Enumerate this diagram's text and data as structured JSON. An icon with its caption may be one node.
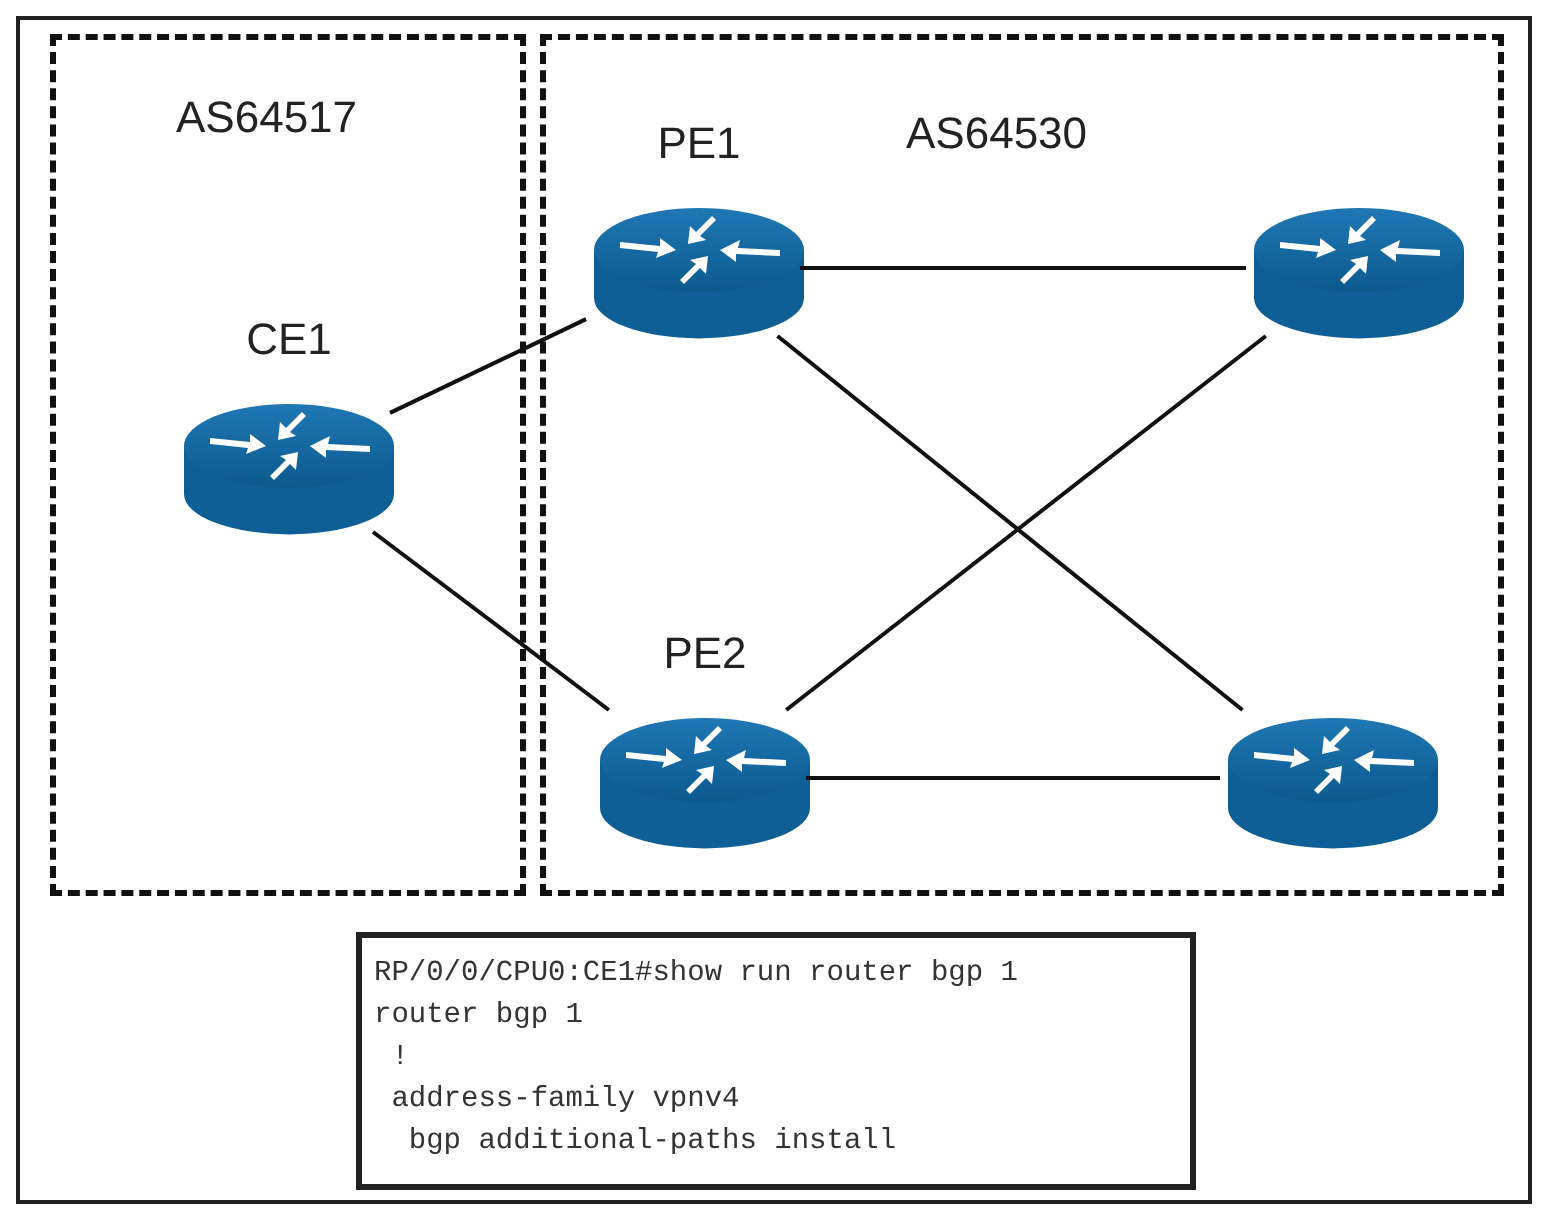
{
  "diagram": {
    "nodes": [
      {
        "text": [
          "AS64517"
        ]
      },
      {
        "text": [
          "AS64530"
        ]
      },
      {
        "text": [
          "CE1"
        ],
        "in": 0
      },
      {
        "text": [
          "PE1"
        ],
        "in": 1
      },
      {
        "text": [
          "PE2"
        ],
        "in": 1
      },
      {
        "text": [],
        "shape": "picture",
        "in": 1
      },
      {
        "text": [],
        "shape": "picture",
        "in": 1
      },
      {
        "text": [
          "RP/0/0/CPU0:CE1#show run router bgp 1",
          "router bgp 1",
          " !",
          " address-family vpnv4",
          "  bgp additional-paths install"
        ]
      }
    ],
    "edges": [
      {
        "from": 2,
        "to": 3,
        "arrow": "none"
      },
      {
        "from": 2,
        "to": 4,
        "arrow": "none"
      },
      {
        "from": 3,
        "to": 5,
        "arrow": "none"
      },
      {
        "from": 3,
        "to": 6,
        "arrow": "none"
      },
      {
        "from": 4,
        "to": 5,
        "arrow": "none"
      },
      {
        "from": 4,
        "to": 6,
        "arrow": "none"
      }
    ]
  }
}
